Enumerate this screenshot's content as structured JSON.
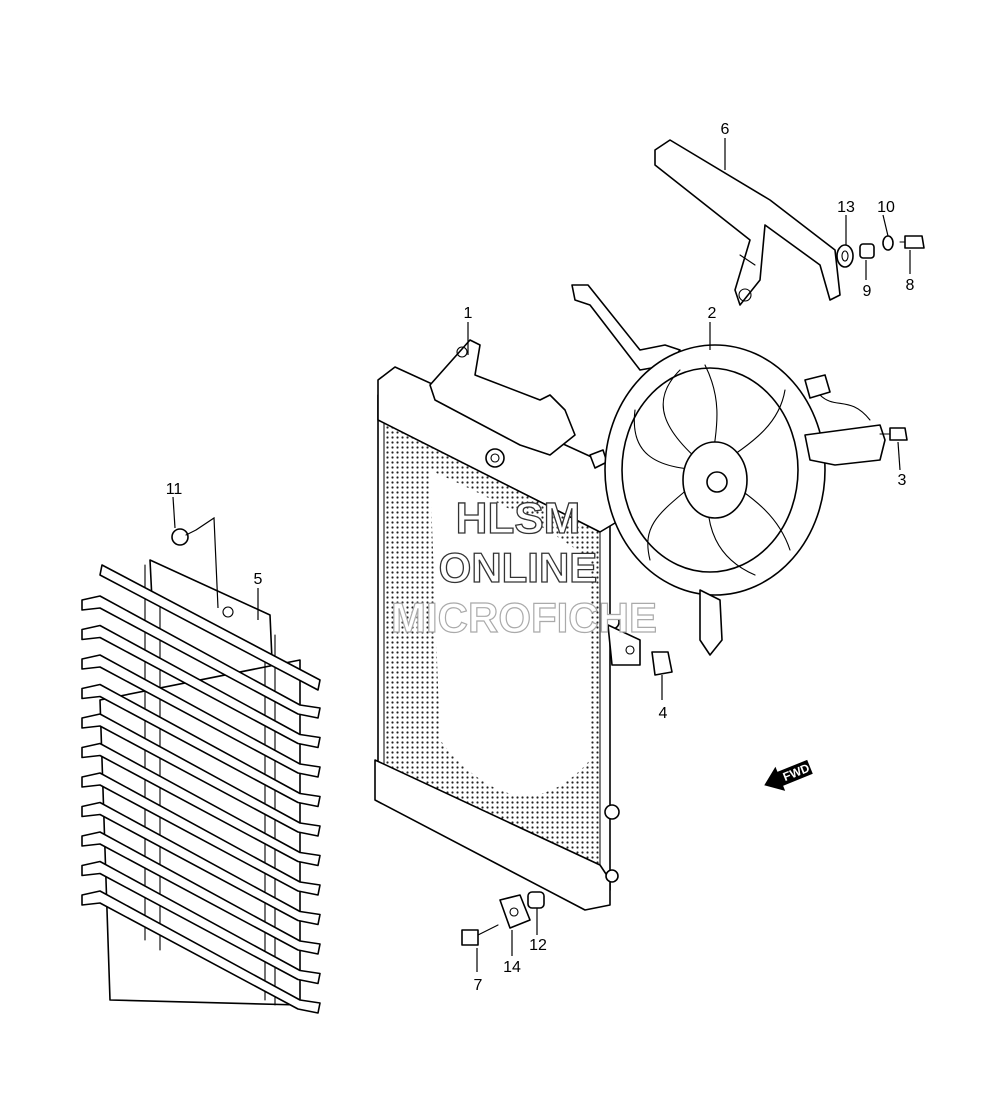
{
  "callouts": {
    "p1": "1",
    "p2": "2",
    "p3": "3",
    "p4": "4",
    "p5": "5",
    "p6": "6",
    "p7": "7",
    "p8": "8",
    "p9": "9",
    "p10": "10",
    "p11": "11",
    "p12": "12",
    "p13": "13",
    "p14": "14"
  },
  "watermark": {
    "line1": "HLSM",
    "line2": "ONLINE",
    "line3": "MICROFICHE"
  },
  "fwd_label": "FWD",
  "colors": {
    "line": "#000000",
    "background": "#ffffff",
    "watermark_outline": "#333333"
  }
}
